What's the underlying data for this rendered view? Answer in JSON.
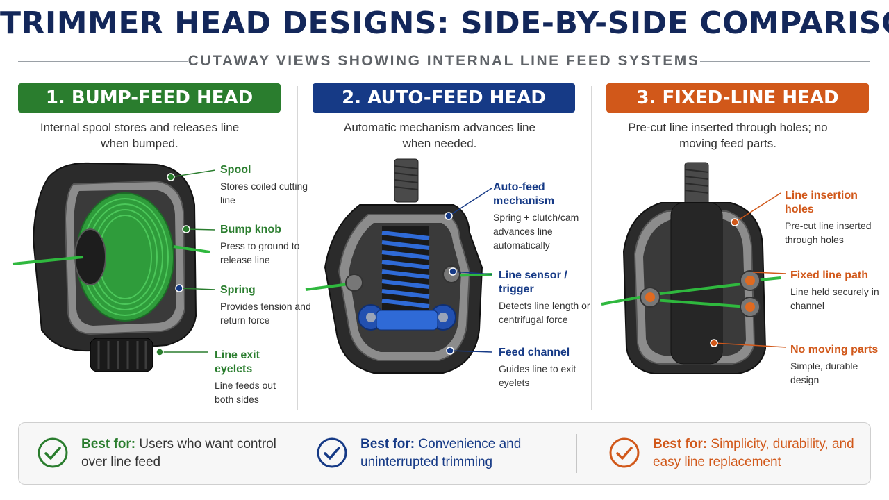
{
  "header": {
    "title": "TRIMMER HEAD DESIGNS: SIDE-BY-SIDE COMPARISON",
    "subtitle": "CUTAWAY VIEWS SHOWING INTERNAL LINE FEED SYSTEMS"
  },
  "colors": {
    "green": "#2a7d2e",
    "blue": "#163a86",
    "orange": "#d1581a",
    "title": "#13275a"
  },
  "columns": [
    {
      "heading": "1. BUMP-FEED HEAD",
      "description": "Internal spool stores and releases line when bumped.",
      "callouts": [
        {
          "title": "Spool",
          "desc": "Stores coiled cutting line"
        },
        {
          "title": "Bump knob",
          "desc": "Press to ground to release line"
        },
        {
          "title": "Spring",
          "desc": "Provides tension and return force"
        },
        {
          "title": "Line exit eyelets",
          "desc": "Line feeds out both sides"
        }
      ],
      "best_for": {
        "label": "Best for:",
        "text": "Users who want control over line feed"
      }
    },
    {
      "heading": "2. AUTO-FEED HEAD",
      "description": "Automatic mechanism advances line when needed.",
      "callouts": [
        {
          "title": "Auto-feed mechanism",
          "desc": "Spring + clutch/cam advances line automatically"
        },
        {
          "title": "Line sensor / trigger",
          "desc": "Detects line length or centrifugal force"
        },
        {
          "title": "Feed channel",
          "desc": "Guides line to exit eyelets"
        }
      ],
      "best_for": {
        "label": "Best for:",
        "text": "Convenience and uninterrupted trimming"
      }
    },
    {
      "heading": "3. FIXED-LINE HEAD",
      "description": "Pre-cut line inserted through holes; no moving feed parts.",
      "callouts": [
        {
          "title": "Line insertion holes",
          "desc": "Pre-cut line inserted through holes"
        },
        {
          "title": "Fixed line path",
          "desc": "Line held securely in channel"
        },
        {
          "title": "No moving parts",
          "desc": "Simple, durable design"
        }
      ],
      "best_for": {
        "label": "Best for:",
        "text": "Simplicity, durability, and easy line replacement"
      }
    }
  ]
}
